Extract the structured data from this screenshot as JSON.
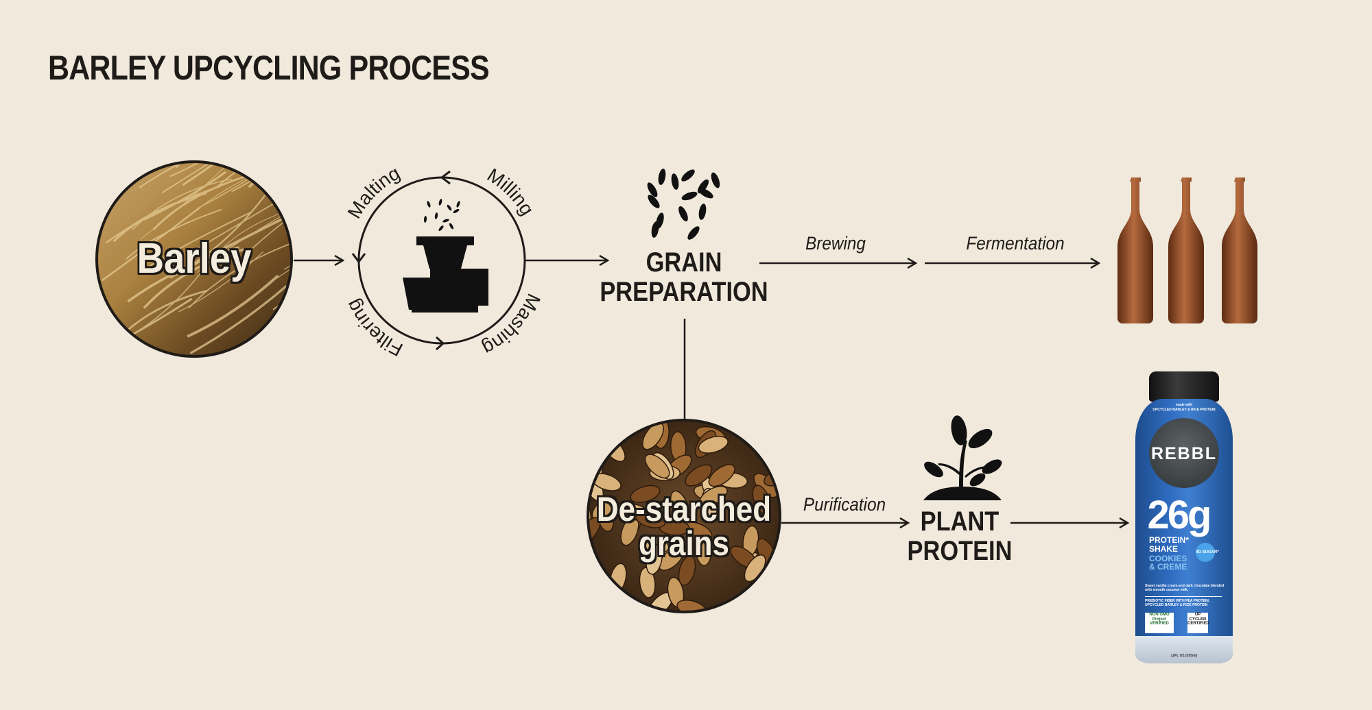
{
  "title": "BARLEY UPCYCLING PROCESS",
  "nodes": {
    "barley": "Barley",
    "grain_preparation": [
      "GRAIN",
      "PREPARATION"
    ],
    "destarched": [
      "De-starched",
      "grains"
    ],
    "plant_protein": [
      "PLANT",
      "PROTEIN"
    ]
  },
  "cycle_steps": [
    "Malting",
    "Milling",
    "Mashing",
    "Filtering"
  ],
  "edges": {
    "brewing": "Brewing",
    "fermentation": "Fermentation",
    "purification": "Purification"
  },
  "product": {
    "made_with": "made with",
    "upcycled_line": "UPCYCLED BARLEY & RICE PROTEIN",
    "brand": "REBBL",
    "protein_amount": "26g",
    "protein": "PROTEIN*",
    "shake": "SHAKE",
    "flavor": [
      "COOKIES",
      "& CREME"
    ],
    "sugar_badge": "4G SUGAR*",
    "description": "Sweet vanilla cream and dark chocolate blended with smooth coconut milk.",
    "fiber_line": "PREBIOTIC FIBER WITH PEA PROTEIN, UPCYCLED BARLEY & RICE PROTEIN",
    "nongmo": "NON GMO Project VERIFIED",
    "upcycled_badge": "UP CYCLED CERTIFIED",
    "volume": "12FL OZ (355ml)"
  },
  "colors": {
    "background": "#f1e9dc",
    "ink": "#1f1b18",
    "shake_blue": "#2f6cc0",
    "beer_brown": "#8a4a25"
  }
}
